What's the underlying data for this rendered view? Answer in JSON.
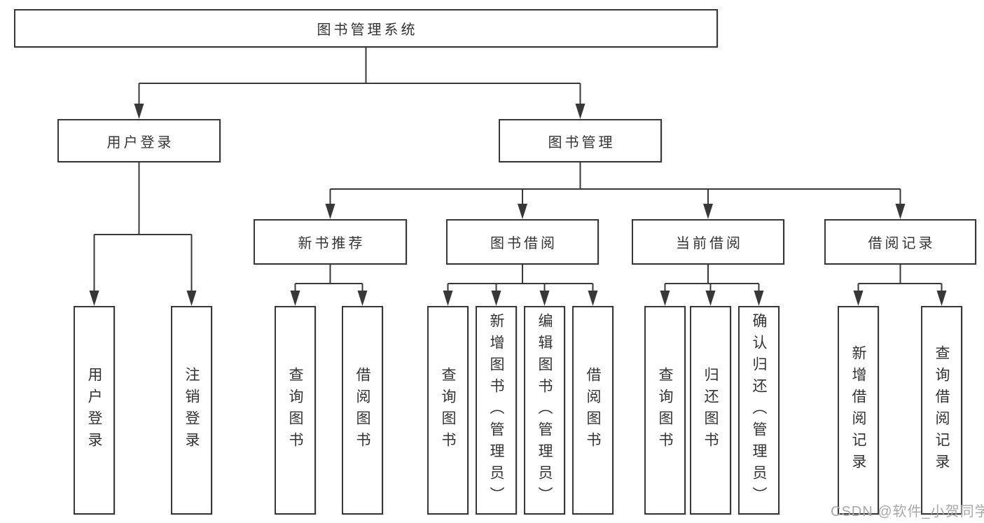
{
  "diagram": {
    "title": "图书管理系统",
    "branches": [
      {
        "label": "用户登录",
        "children": [
          {
            "label": "用户登录"
          },
          {
            "label": "注销登录"
          }
        ]
      },
      {
        "label": "图书管理",
        "children": [
          {
            "label": "新书推荐",
            "children": [
              {
                "label": "查询图书"
              },
              {
                "label": "借阅图书"
              }
            ]
          },
          {
            "label": "图书借阅",
            "children": [
              {
                "label": "查询图书"
              },
              {
                "label": "新增图书（管理员）"
              },
              {
                "label": "编辑图书（管理员）"
              },
              {
                "label": "借阅图书"
              }
            ]
          },
          {
            "label": "当前借阅",
            "children": [
              {
                "label": "查询图书"
              },
              {
                "label": "归还图书"
              },
              {
                "label": "确认归还（管理员）"
              }
            ]
          },
          {
            "label": "借阅记录",
            "children": [
              {
                "label": "新增借阅记录"
              },
              {
                "label": "查询借阅记录"
              }
            ]
          }
        ]
      }
    ]
  },
  "watermark": {
    "text": "CSDN @软件_小贺同学"
  },
  "colors": {
    "line": "#383838",
    "box_border": "#383838",
    "text": "#333333",
    "background": "#ffffff",
    "watermark": "#a8a8a8"
  }
}
